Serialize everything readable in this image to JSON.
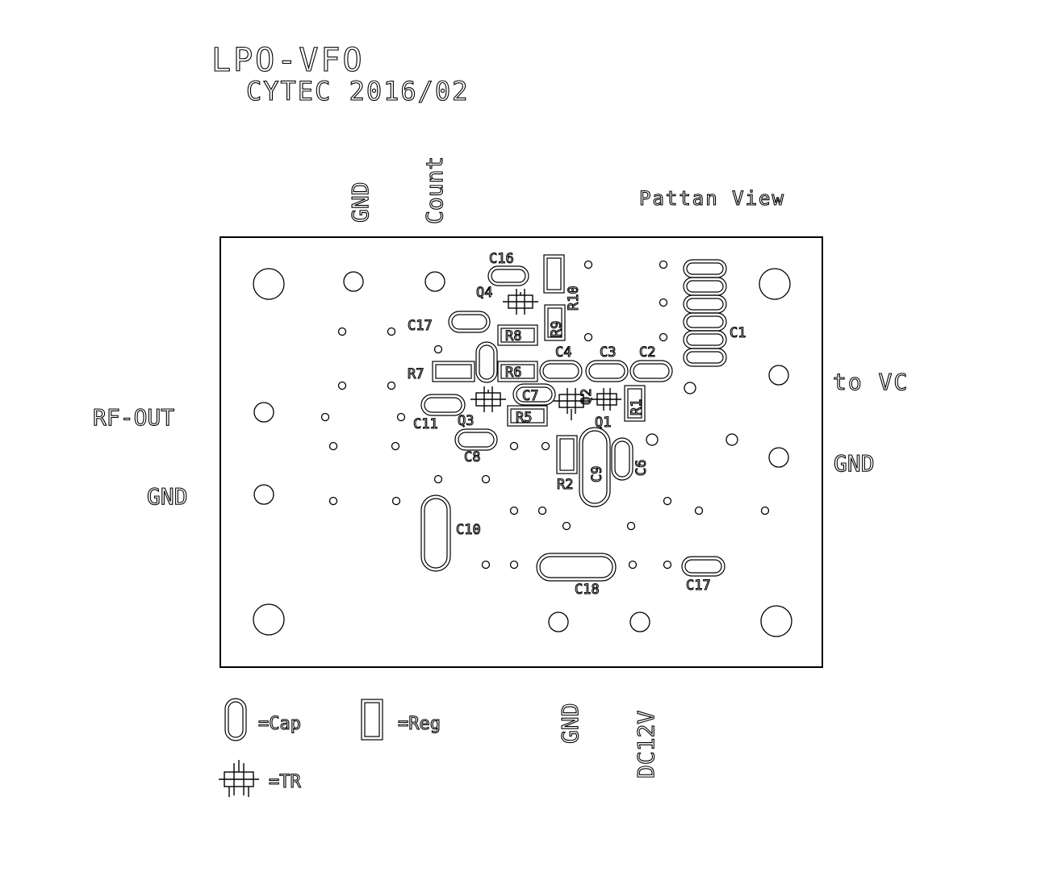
{
  "title": "LPO-VFO",
  "subtitle": "CYTEC 2016/02",
  "view_label": "Pattan View",
  "colors": {
    "line": "#000000",
    "background": "#ffffff"
  },
  "terminals": {
    "gnd_top": "GND",
    "count": "Count",
    "rf_out": "RF-OUT",
    "gnd_left": "GND",
    "to_vc": "to VC",
    "gnd_right": "GND",
    "gnd_bottom": "GND",
    "dc12v": "DC12V"
  },
  "components": {
    "C16": "C16",
    "Q4": "Q4",
    "R10": "R10",
    "C17_top": "C17",
    "R8": "R8",
    "R9": "R9",
    "C1": "C1",
    "R7": "R7",
    "C4": "C4",
    "C3": "C3",
    "C2": "C2",
    "R6": "R6",
    "C7": "C7",
    "Q2": "Q2",
    "R1": "R1",
    "C11": "C11",
    "Q3": "Q3",
    "R5": "R5",
    "Q1": "Q1",
    "C8": "C8",
    "R2": "R2",
    "C9": "C9",
    "C6": "C6",
    "C10": "C10",
    "C18": "C18",
    "C17_bottom": "C17"
  },
  "legend": {
    "cap": "=Cap",
    "reg": "=Reg",
    "tr": "=TR"
  }
}
